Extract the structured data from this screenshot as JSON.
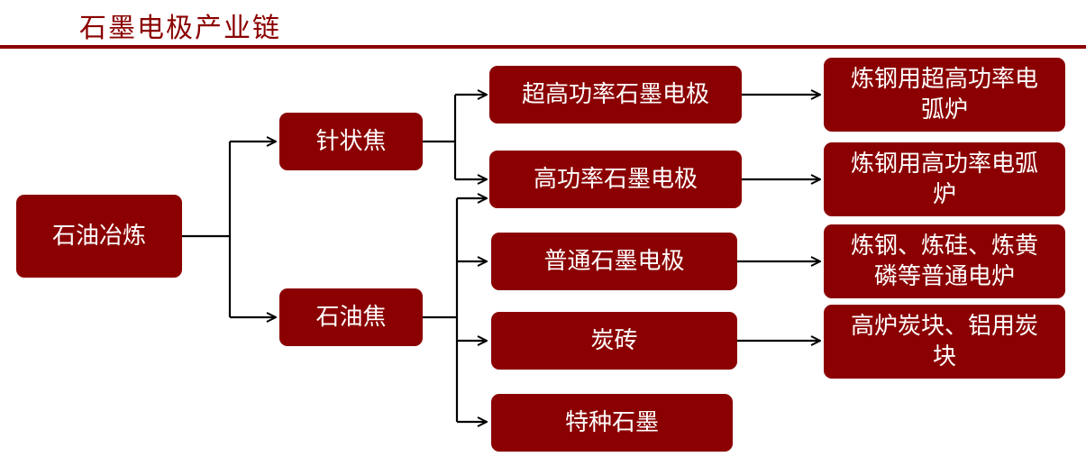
{
  "title": "石墨电极产业链",
  "nodes": {
    "source": "石油冶炼",
    "needle_coke": "针状焦",
    "petroleum_coke": "石油焦",
    "uhp_electrode": "超高功率石墨电极",
    "hp_electrode": "高功率石墨电极",
    "regular_electrode": "普通石墨电极",
    "carbon_brick": "炭砖",
    "special_graphite": "特种石墨",
    "uhp_use": "炼钢用超高功率电弧炉",
    "hp_use": "炼钢用高功率电弧炉",
    "regular_use": "炼钢、炼硅、炼黄磷等普通电炉",
    "brick_use": "高炉炭块、铝用炭块"
  },
  "colors": {
    "node_fill": "#8b0000",
    "node_text": "#ffffff",
    "title_text": "#8b0000",
    "line": "#000000"
  }
}
